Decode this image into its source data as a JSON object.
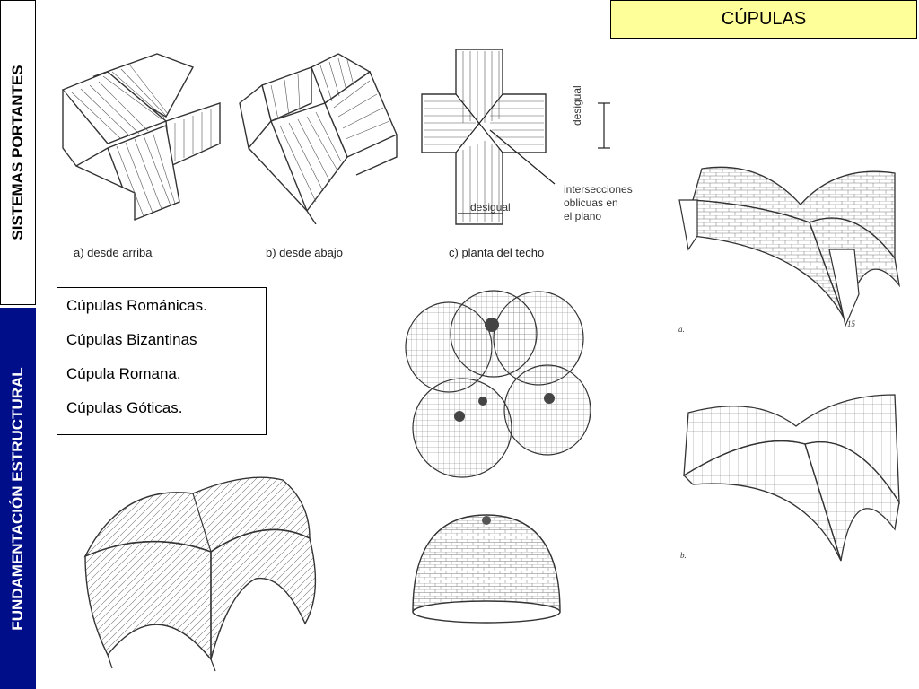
{
  "title": "CÚPULAS",
  "side_labels": {
    "top": "SISTEMAS PORTANTES",
    "bottom": "FUNDAMENTACIÓN ESTRUCTURAL"
  },
  "dome_types": [
    "Cúpulas Románicas.",
    "Cúpulas Bizantinas",
    "Cúpula Romana.",
    "Cúpulas Góticas."
  ],
  "figure_captions": {
    "a": "a) desde arriba",
    "b": "b) desde abajo",
    "c": "c) planta del techo"
  },
  "plan_annotations": {
    "unequal_vertical": "desigual",
    "unequal_horizontal": "desigual",
    "oblique_intersections": [
      "intersecciones",
      "oblicuas en",
      "el plano"
    ]
  },
  "small_labels": {
    "gothic_a": "a.",
    "gothic_b": "b.",
    "fig_15": "15"
  },
  "colors": {
    "title_bg": "#ffff99",
    "side_bottom_bg": "#000e8a",
    "line": "#333333"
  }
}
